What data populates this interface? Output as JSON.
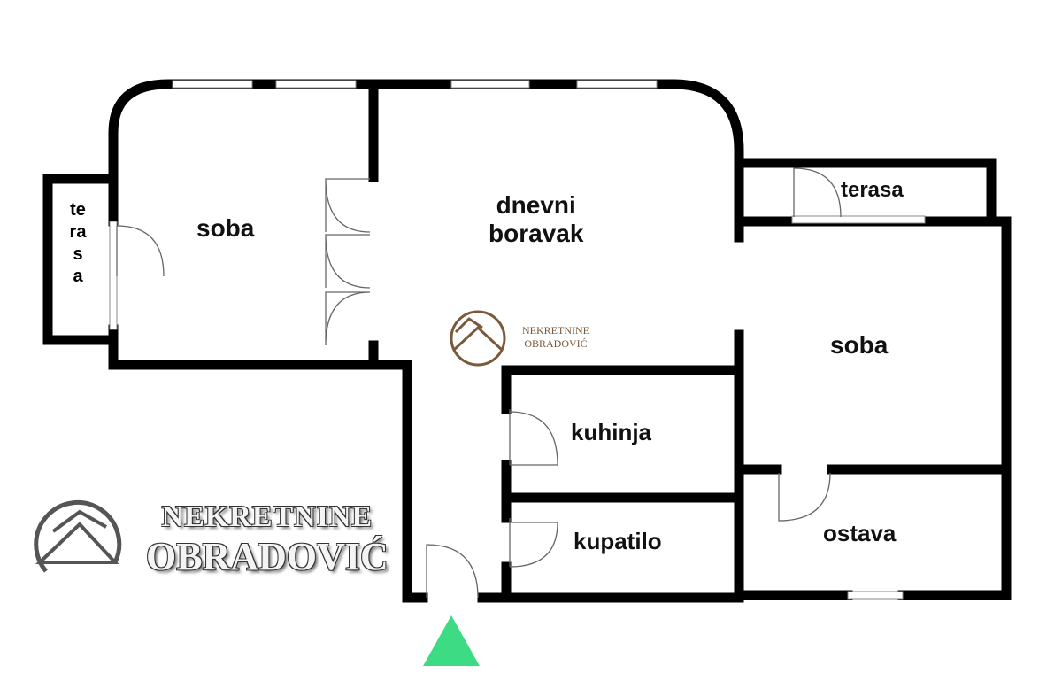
{
  "rooms": {
    "soba_left": "soba",
    "living": "dnevni\nboravak",
    "living_line1": "dnevni",
    "living_line2": "boravak",
    "terasa_right": "terasa",
    "terasa_left": "terasa",
    "soba_right": "soba",
    "kitchen": "kuhinja",
    "bathroom": "kupatilo",
    "storage": "ostava"
  },
  "watermark_small": {
    "line1": "NEKRETNINE",
    "line2": "OBRADOVIĆ",
    "color": "#7a5a3a"
  },
  "watermark_large": {
    "line1": "NEKRETNINE",
    "line2": "OBRADOVIĆ"
  },
  "colors": {
    "wall": "#000000",
    "entrance_arrow": "#3ddc84"
  }
}
